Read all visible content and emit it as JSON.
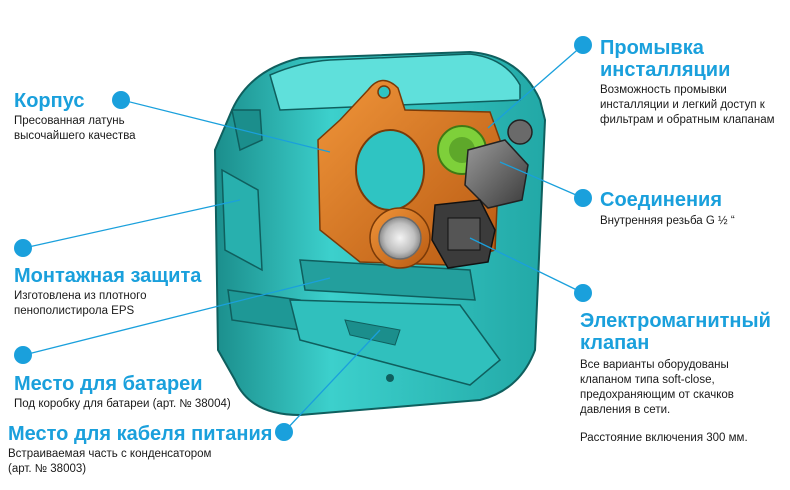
{
  "callouts": {
    "korpus": {
      "title": "Корпус",
      "lines": [
        "Пресованная латунь",
        "высочайшего качества"
      ]
    },
    "montazh": {
      "title": "Монтажная защита",
      "lines": [
        "Изготовлена из плотного",
        "пенополистирола EPS"
      ]
    },
    "battery": {
      "title": "Место для батареи",
      "lines": [
        "Под коробку для батареи (арт. № 38004)"
      ]
    },
    "cable": {
      "title": "Место для кабеля питания",
      "lines": [
        "Встраиваемая часть с конденсатором",
        "(арт. № 38003)"
      ]
    },
    "flush": {
      "title_lines": [
        "Промывка",
        "инсталляции"
      ],
      "lines": [
        "Возможность промывки",
        "инсталляции и легкий доступ к",
        "фильтрам и обратным клапанам"
      ]
    },
    "connections": {
      "title": "Соединения",
      "lines": [
        "Внутренняя резьба G ½ “"
      ]
    },
    "valve": {
      "title_lines": [
        "Электромагнитный",
        "клапан"
      ],
      "lines": [
        "Все варианты оборудованы",
        "клапаном типа soft-close,",
        "предохраняющим от скачков",
        "давления в сети."
      ],
      "note": "Расстояние включения 300 мм."
    }
  },
  "colors": {
    "accent": "#1aa0dc",
    "housing": "#2fc4c2",
    "housing_dark": "#1b8e8c",
    "brass": "#d9741f",
    "connector": "#7ed03a",
    "text": "#1a1a1a"
  }
}
